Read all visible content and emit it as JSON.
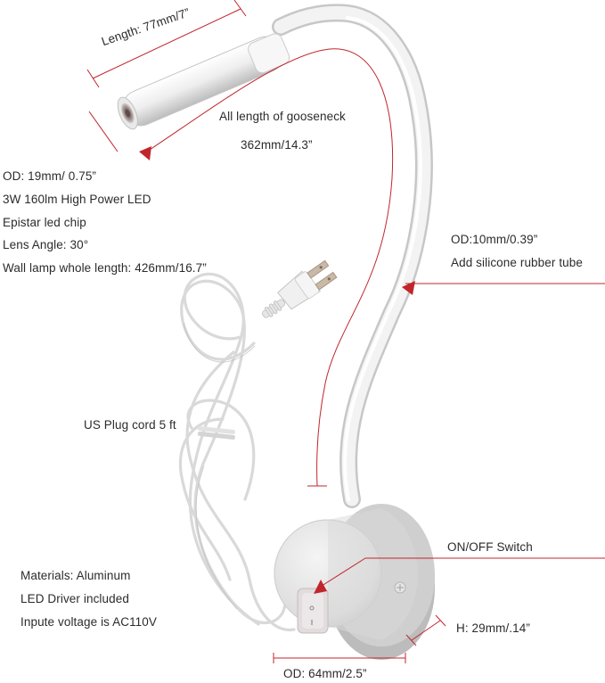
{
  "product": {
    "length_label": "Length: 77mm/7”",
    "gooseneck_label": "All length of gooseneck",
    "gooseneck_value": "362mm/14.3”",
    "specs": [
      "OD: 19mm/ 0.75”",
      "3W 160lm High Power LED",
      "Epistar led chip",
      "Lens Angle: 30°",
      "Wall lamp whole length: 426mm/16.7”"
    ],
    "tube_od": "OD:10mm/0.39”",
    "tube_material": "Add silicone rubber tube",
    "plug_cord": "US Plug cord  5 ft",
    "materials": [
      "Materials: Aluminum",
      "LED Driver included",
      "Inpute voltage is AC110V"
    ],
    "switch_label": "ON/OFF Switch",
    "height_label": "H: 29mm/.14”",
    "base_od_label": "OD: 64mm/2.5”"
  },
  "colors": {
    "annotation": "#c0262c",
    "lamp_body": "#f2f2f2",
    "lamp_shadow": "#c9c9c9",
    "text": "#2b2b2b"
  }
}
